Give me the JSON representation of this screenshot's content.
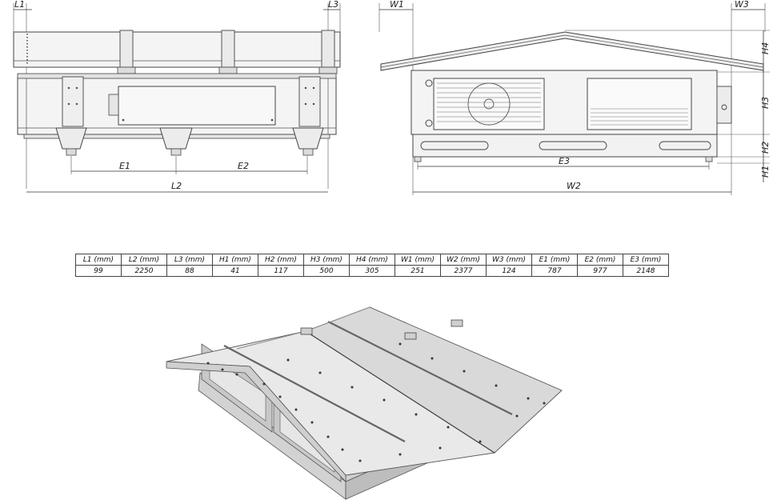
{
  "side_view": {
    "labels": {
      "l1": "L1",
      "l2": "L2",
      "l3": "L3",
      "e1": "E1",
      "e2": "E2"
    }
  },
  "front_view": {
    "labels": {
      "w1": "W1",
      "w2": "W2",
      "w3": "W3",
      "e3": "E3",
      "h1": "H1",
      "h2": "H2",
      "h3": "H3",
      "h4": "H4"
    }
  },
  "dimension_table": {
    "headers": [
      "L1 (mm)",
      "L2 (mm)",
      "L3 (mm)",
      "H1 (mm)",
      "H2 (mm)",
      "H3 (mm)",
      "H4 (mm)",
      "W1 (mm)",
      "W2 (mm)",
      "W3 (mm)",
      "E1 (mm)",
      "E2 (mm)",
      "E3 (mm)"
    ],
    "values": [
      "99",
      "2250",
      "88",
      "41",
      "117",
      "500",
      "305",
      "251",
      "2377",
      "124",
      "787",
      "977",
      "2148"
    ]
  }
}
